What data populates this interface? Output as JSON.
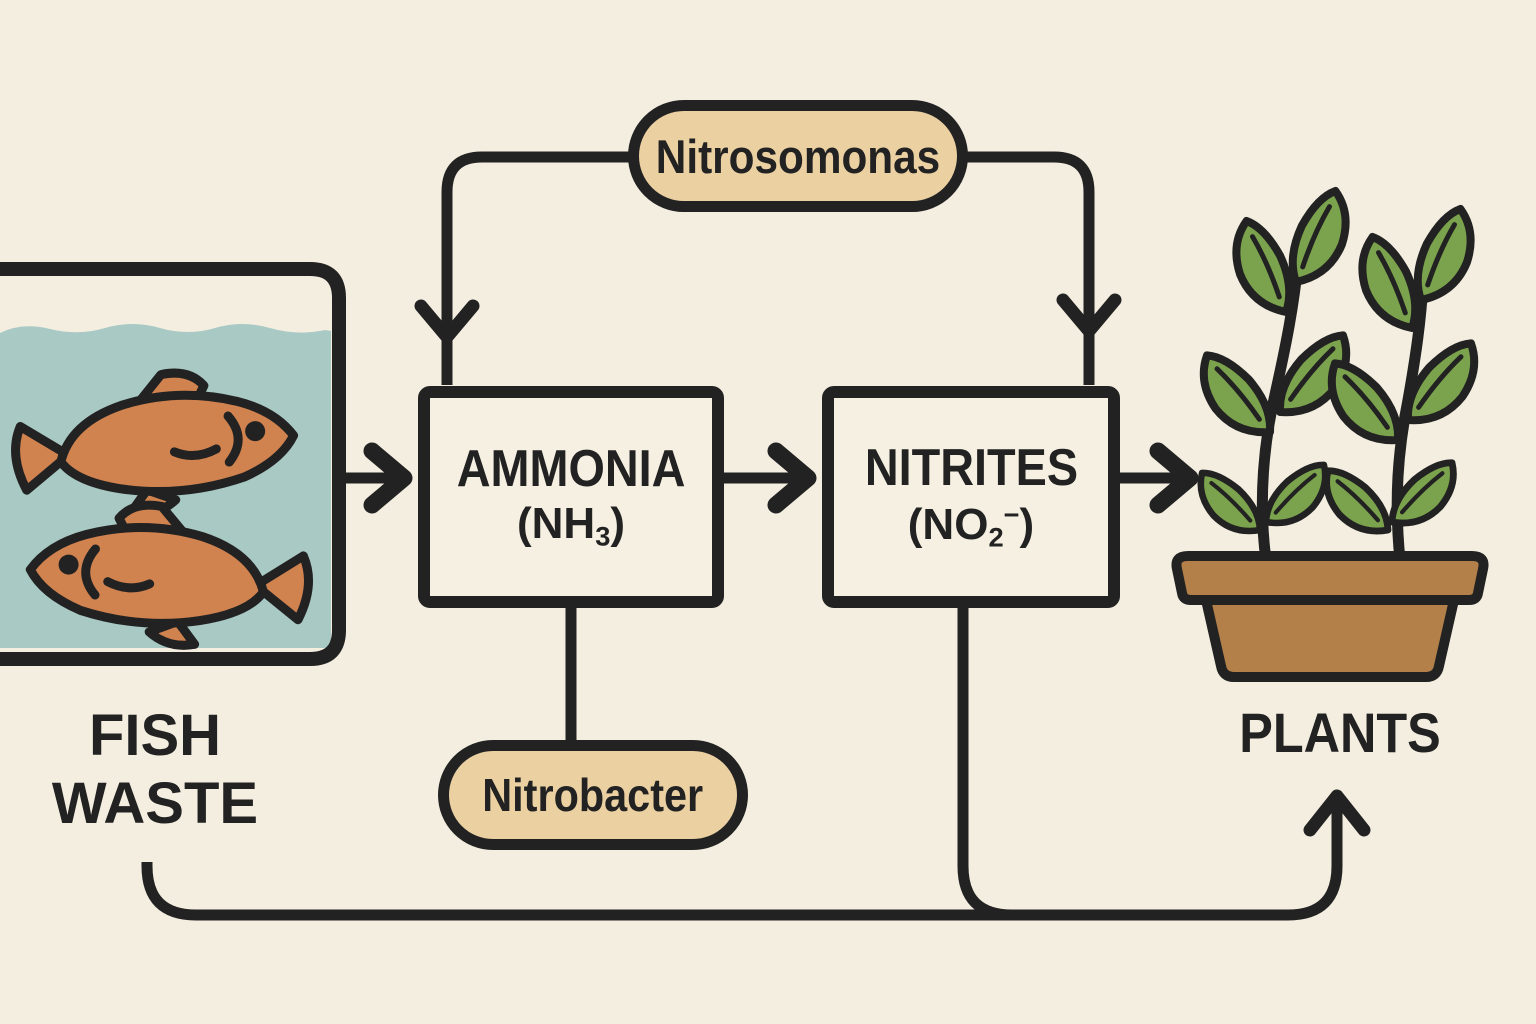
{
  "labels": {
    "fish_waste_line1": "FISH",
    "fish_waste_line2": "WASTE",
    "ammonia_title": "AMMONIA",
    "ammonia_formula": {
      "open": "(NH",
      "sub": "3",
      "close": ")"
    },
    "nitrites_title": "NITRITES",
    "nitrites_formula": {
      "open": "(NO",
      "sub": "2",
      "sup": "−",
      "close": ")"
    },
    "plants": "PLANTS",
    "bacteria_top": "Nitrosomonas",
    "bacteria_bottom": "Nitrobacter"
  },
  "flow_description": {
    "steps": [
      "FISH WASTE",
      "AMMONIA (NH3)",
      "NITRITES (NO2-)",
      "PLANTS"
    ],
    "bacteria": [
      "Nitrosomonas",
      "Nitrobacter"
    ]
  },
  "colors": {
    "background": "#f4eee0",
    "line": "#222222",
    "pill_fill": "#ebd0a2",
    "water": "#a9c9c4",
    "fish": "#d0824f",
    "leaf": "#7ba24c",
    "pot": "#b3804a",
    "box_fill": "#f6f0e2",
    "text": "#222222"
  }
}
